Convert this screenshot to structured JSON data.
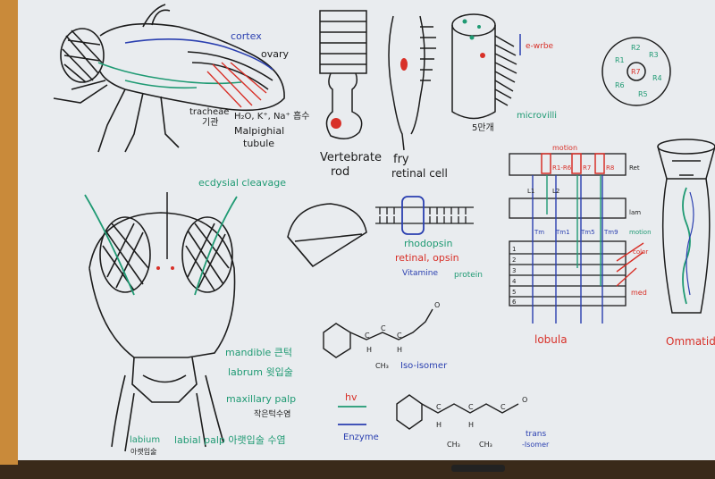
{
  "colors": {
    "board": "#e9ecef",
    "frame": "#c98a3a",
    "ink_black": "#1c1c1c",
    "ink_green": "#1f9a73",
    "ink_blue": "#2a3fb0",
    "ink_red": "#d83028"
  },
  "fly": {
    "cortex": "cortex",
    "ovary": "ovary",
    "trachea": "tracheae",
    "trachea_ko": "기관",
    "ions": "H₂O, K⁺, Na⁺ 흡수",
    "malpighian1": "Malpighial",
    "malpighian2": "tubule"
  },
  "vertebrate_label1": "Vertebrate",
  "vertebrate_label2": "rod",
  "fry_label1": "fry",
  "fry_label2": "retinal cell",
  "cylinder": {
    "arrow_label": "e-wrbe",
    "microvilli": "microvilli",
    "count": "5만개"
  },
  "membrane": {
    "rhodopsin": "rhodopsin",
    "retinal_opsin": "retinal, opsin",
    "vitamin": "Vitamine",
    "protein": "protein"
  },
  "head": {
    "ecdysial": "ecdysial cleavage",
    "mandible": "mandible 큰턱",
    "labrum": "labrum 윗입술",
    "maxillary": "maxillary palp",
    "maxillary_ko": "작은턱수염",
    "labium": "labium",
    "labium_ko": "아랫입술",
    "labial": "labial palp 아랫입술 수염"
  },
  "chem": {
    "cis": "Iso-isomer",
    "hv": "hv",
    "enzyme": "Enzyme",
    "trans": "trans",
    "trans2": "-Isomer",
    "H": "H",
    "C": "C",
    "CH3": "CH₃",
    "O": "O"
  },
  "retina": {
    "rows_left": [
      "1",
      "2",
      "3",
      "4",
      "5",
      "6"
    ],
    "motion": "motion",
    "r16": "R1-R6",
    "r7": "R7",
    "r8": "R8",
    "ret": "Ret",
    "lam": "lam",
    "l1": "L1",
    "l2": "L2",
    "tm": "Tm",
    "tm1": "Tm1",
    "tm5": "Tm5",
    "tm9": "Tm9",
    "motion2": "motion",
    "color": "color",
    "med": "med",
    "lobula": "lobula"
  },
  "ommatidium": "Ommatidium",
  "rosette_labels": [
    "R1",
    "R2",
    "R3",
    "R4",
    "R5",
    "R6",
    "R7"
  ]
}
